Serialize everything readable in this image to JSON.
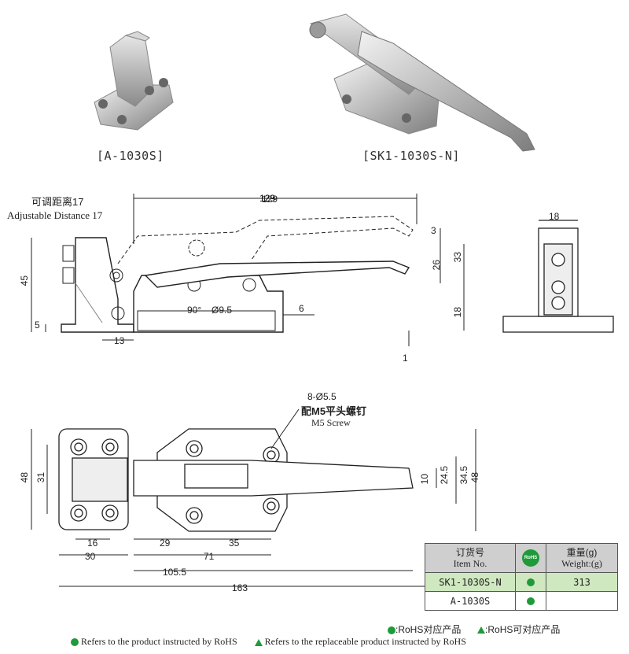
{
  "products": {
    "left_caption": "[A-1030S]",
    "right_caption": "[SK1-1030S-N]"
  },
  "side_view": {
    "adjust_label_cn": "可调距离17",
    "adjust_label_en": "Adjustable Distance 17",
    "dims": {
      "d129": "129",
      "d3": "3",
      "d26": "26",
      "d33": "33",
      "d18": "18",
      "d45": "45",
      "d5": "5",
      "d13": "13",
      "d90": "90°",
      "d95": "Ø9.5",
      "d6": "6",
      "d1": "1"
    }
  },
  "end_view": {
    "width": "18"
  },
  "top_view": {
    "hole_label": "8-Ø5.5",
    "screw_cn": "配M5平头螺钉",
    "screw_en": "M5 Screw",
    "dims": {
      "d48l": "48",
      "d31": "31",
      "d16": "16",
      "d30": "30",
      "d29": "29",
      "d35": "35",
      "d71": "71",
      "d105": "105.5",
      "d163": "163",
      "d10": "10",
      "d245": "24.5",
      "d345": "34.5",
      "d48r": "48"
    }
  },
  "spec_table": {
    "col1_cn": "订货号",
    "col1_en": "Item No.",
    "col2": "RoHS",
    "col3_cn": "重量(g)",
    "col3_en": "Weight:(g)",
    "rows": [
      {
        "item": "SK1-1030S-N",
        "rohs": true,
        "weight": "313"
      },
      {
        "item": "A-1030S",
        "rohs": true,
        "weight": ""
      }
    ]
  },
  "legend": {
    "cn_dot": ":RoHS对应产品",
    "cn_tri": ":RoHS可对应产品",
    "en_dot": "Refers to the product instructed by RoHS",
    "en_tri": "Refers to the replaceable product instructed by RoHS"
  },
  "colors": {
    "rohs_green": "#1f9a3a",
    "row_highlight": "#cfe8c0",
    "header_gray": "#cfcfcf"
  }
}
